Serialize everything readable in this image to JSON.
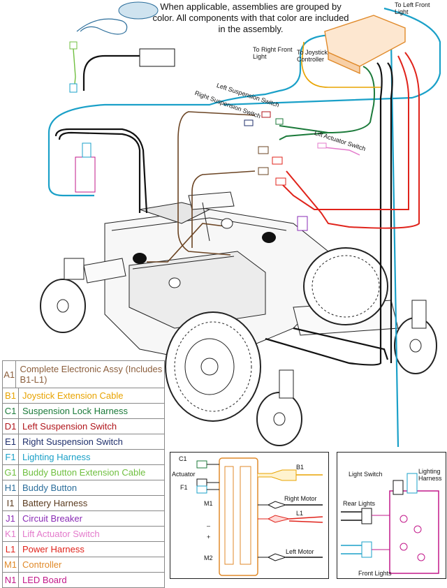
{
  "note": "When applicable, assemblies are grouped by color. All components with that color are included in the assembly.",
  "callouts": {
    "left_front_light": "To Left Front Light",
    "right_front_light": "To Right Front Light",
    "joystick_controller": "To Joystick Controller",
    "left_suspension_switch": "Left Suspension Switch",
    "right_suspension_switch": "Right Suspension Switch",
    "lift_actuator_switch": "Lift Actuator Switch"
  },
  "legend": [
    {
      "code": "A1",
      "name": "Complete Electronic Assy (Includes B1-L1)",
      "color": "#8B5E3C"
    },
    {
      "code": "B1",
      "name": "Joystick Extension Cable",
      "color": "#E8A300"
    },
    {
      "code": "C1",
      "name": "Suspension Lock Harness",
      "color": "#1B7A3A"
    },
    {
      "code": "D1",
      "name": "Left Suspension Switch",
      "color": "#B0151B"
    },
    {
      "code": "E1",
      "name": "Right Suspension Switch",
      "color": "#1F2F6B"
    },
    {
      "code": "F1",
      "name": "Lighting Harness",
      "color": "#1AA0C8"
    },
    {
      "code": "G1",
      "name": "Buddy Button Extension Cable",
      "color": "#6FBF3F"
    },
    {
      "code": "H1",
      "name": "Buddy Button",
      "color": "#2C6E9B"
    },
    {
      "code": "I1",
      "name": "Battery Harness",
      "color": "#5A3A1E"
    },
    {
      "code": "J1",
      "name": "Circuit Breaker",
      "color": "#8A2BB5"
    },
    {
      "code": "K1",
      "name": "Lift Actuator Switch",
      "color": "#E37ACB"
    },
    {
      "code": "L1",
      "name": "Power Harness",
      "color": "#E0231B"
    },
    {
      "code": "M1",
      "name": "Controller",
      "color": "#E08A2A"
    },
    {
      "code": "N1",
      "name": "LED Board",
      "color": "#C2188A"
    }
  ],
  "controller_inset": {
    "labels": {
      "c1": "C1",
      "actuator": "Actuator",
      "f1": "F1",
      "m1": "M1",
      "m2": "M2",
      "b1": "B1",
      "right_motor": "Right Motor",
      "l1": "L1",
      "left_motor": "Left Motor",
      "minus": "–",
      "plus": "+"
    }
  },
  "led_inset": {
    "labels": {
      "light_switch": "Light Switch",
      "lighting_harness": "Lighting Harness",
      "rear_lights": "Rear Lights",
      "front_lights": "Front Lights"
    }
  }
}
